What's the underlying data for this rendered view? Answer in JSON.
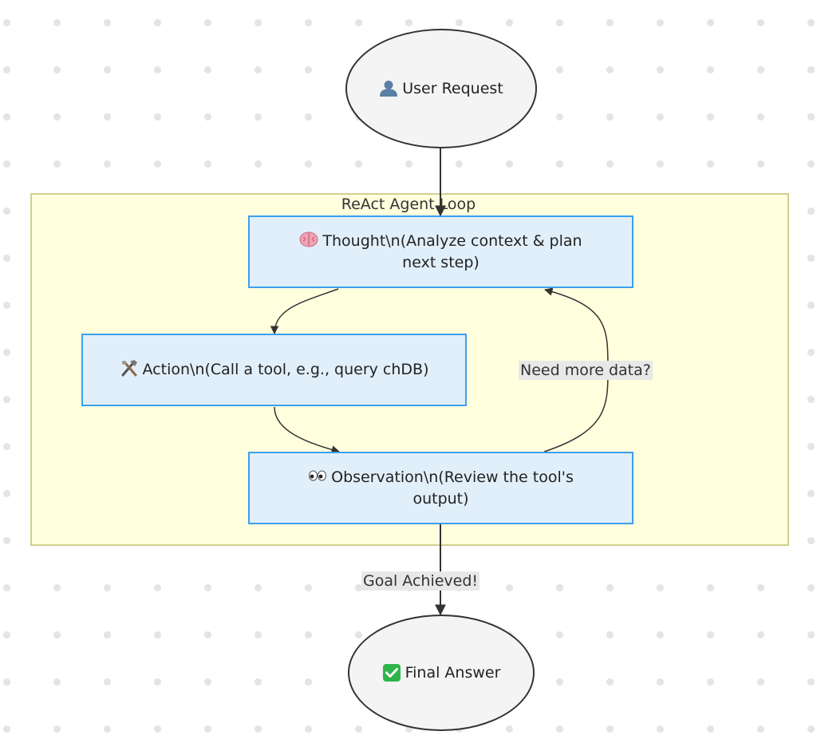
{
  "diagram": {
    "subgraph_title": "ReAct Agent Loop",
    "nodes": {
      "user_request": {
        "icon": "user-icon",
        "label": "User Request"
      },
      "thought": {
        "icon": "brain-icon",
        "label": "Thought\\n(Analyze context & plan next step)"
      },
      "action": {
        "icon": "tools-icon",
        "label": "Action\\n(Call a tool, e.g., query chDB)"
      },
      "observation": {
        "icon": "eyes-icon",
        "label": "Observation\\n(Review the tool's output)"
      },
      "final_answer": {
        "icon": "check-mark-icon",
        "label": "Final Answer"
      }
    },
    "edge_labels": {
      "loop_back": "Need more data?",
      "done": "Goal Achieved!"
    },
    "colors": {
      "subgraph_fill": "#ffffde",
      "subgraph_border": "#d0d090",
      "node_fill": "#e1effa",
      "node_border": "#3ca0ee",
      "circle_fill": "#f4f4f4",
      "edge": "#333333",
      "label_bg": "#e8e8e8"
    }
  }
}
